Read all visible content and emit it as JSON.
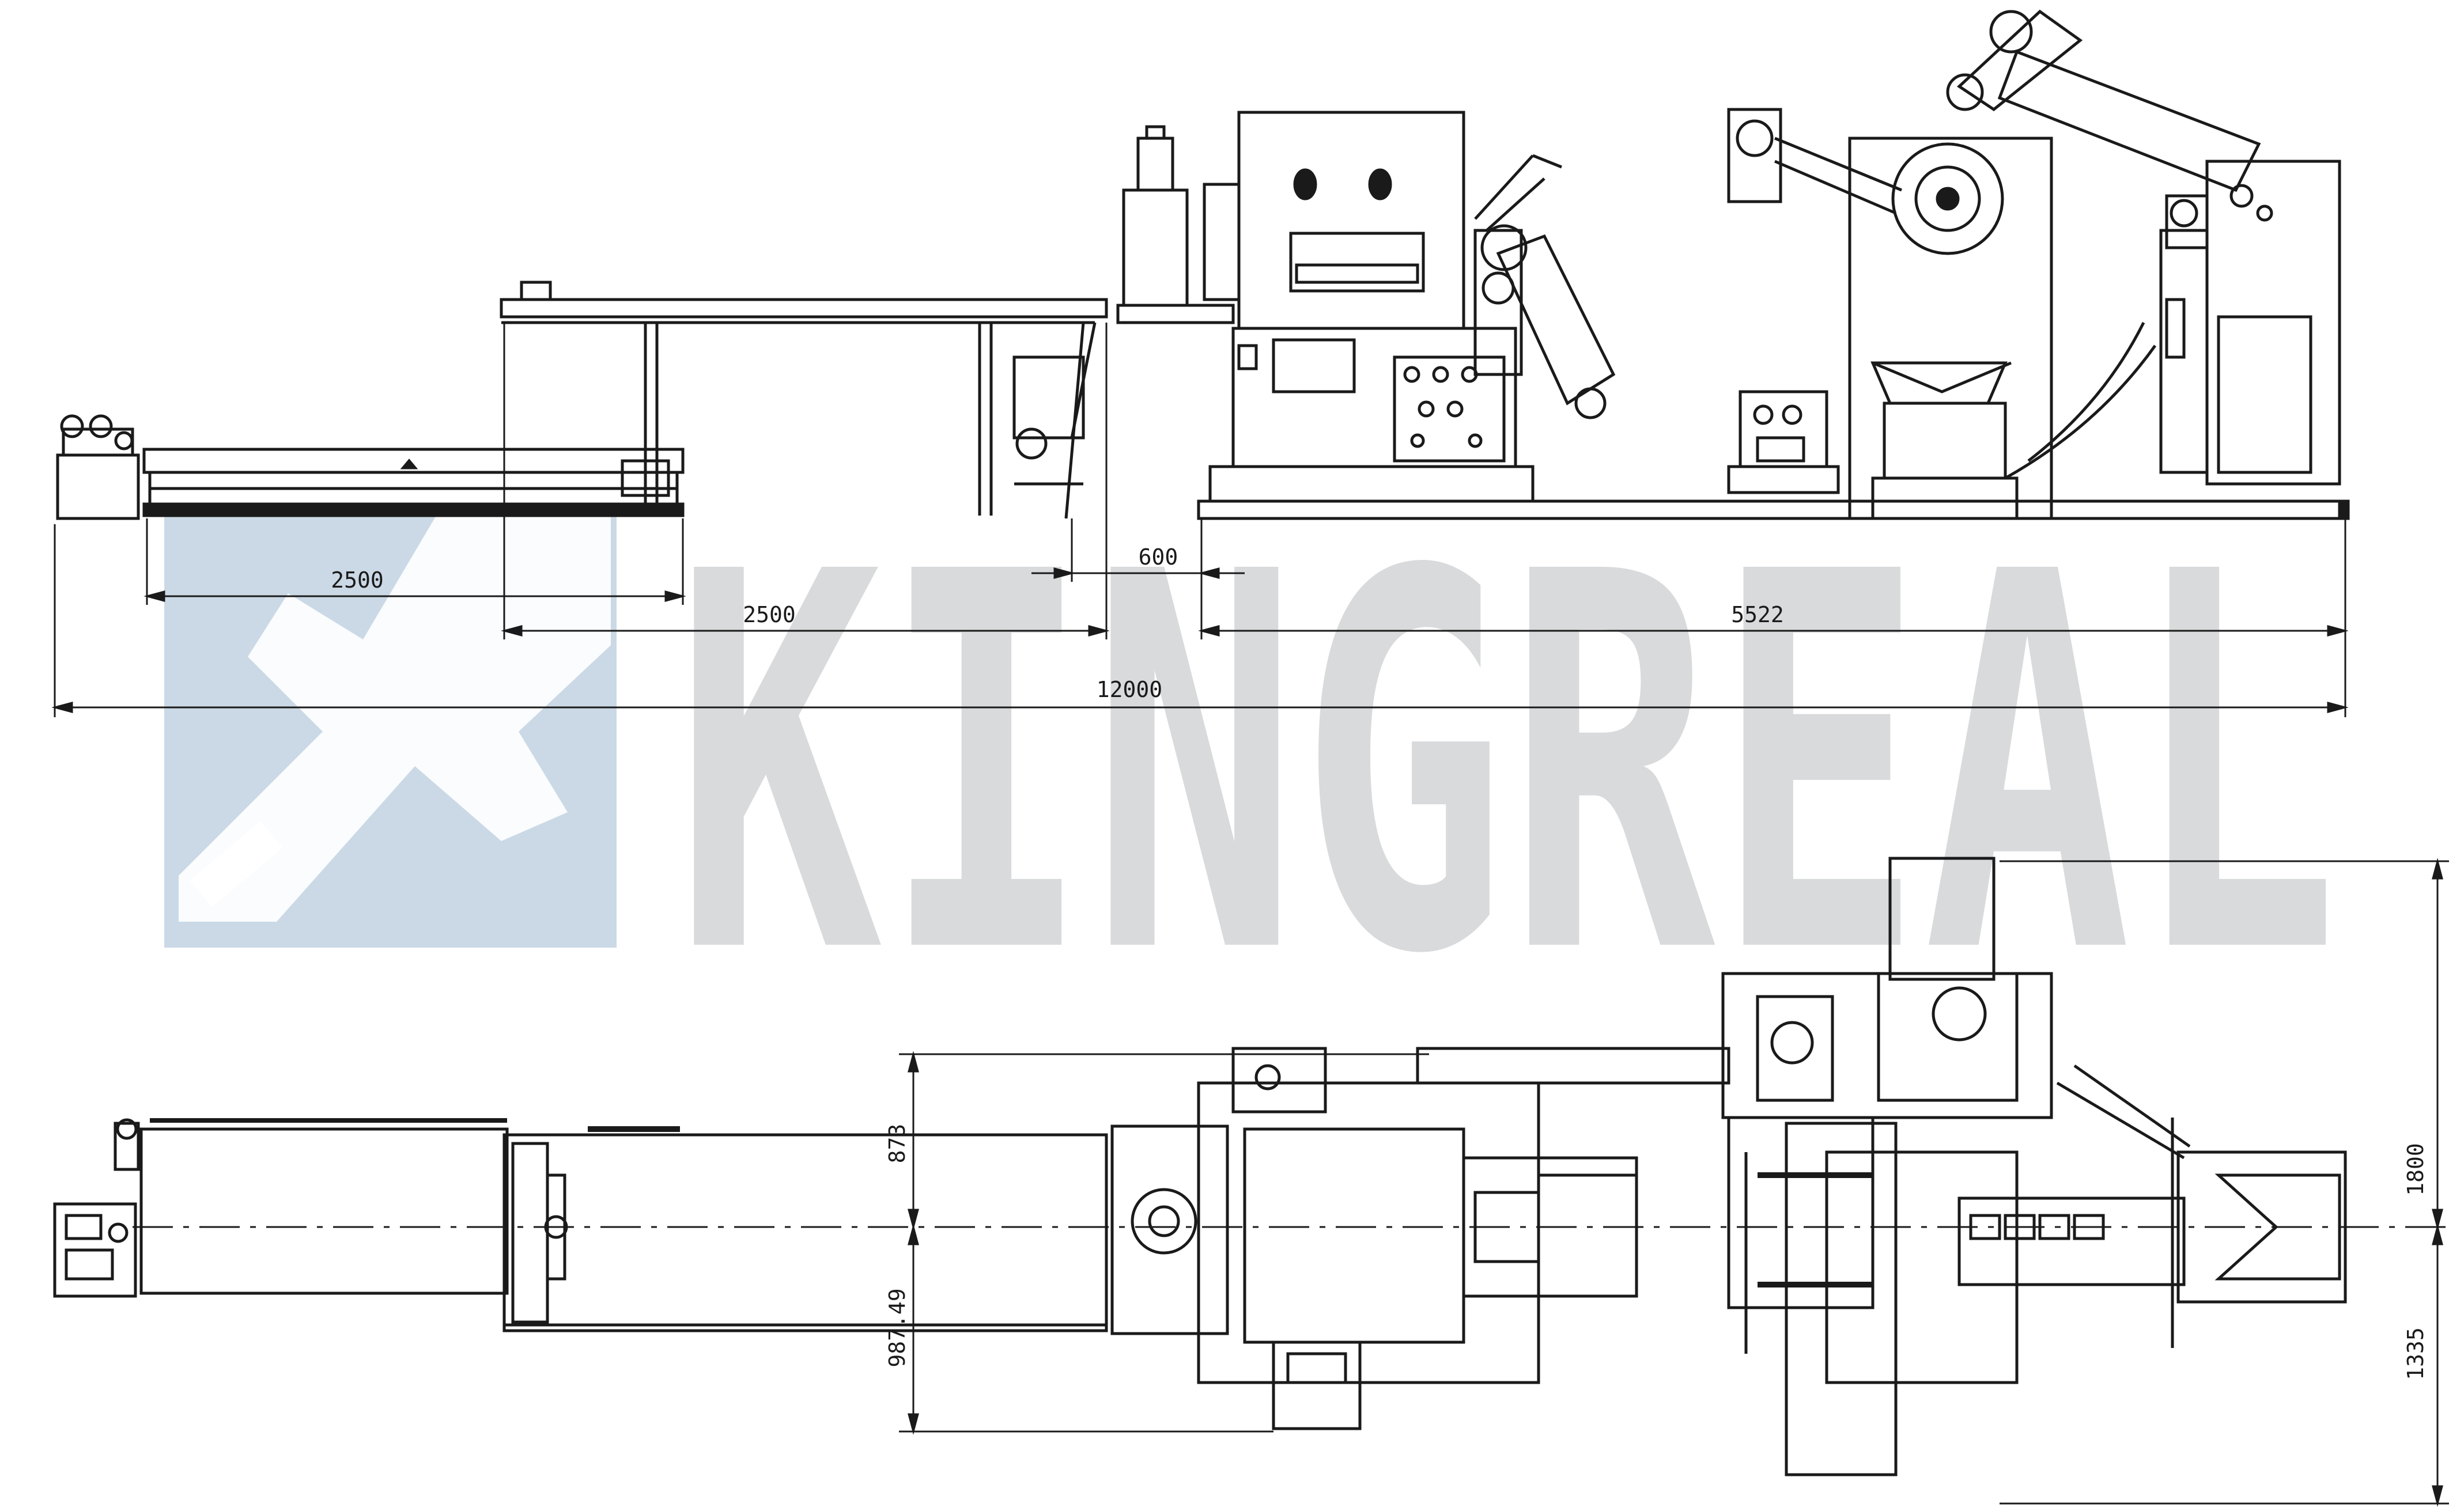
{
  "watermark": {
    "text": "KINGREAL",
    "logo": "kingreal-logo-icon",
    "color": "#cbd9e6"
  },
  "side_view": {
    "dimensions": {
      "conveyor_a": "2500",
      "conveyor_b": "2500",
      "gap": "600",
      "machine_span": "5522",
      "overall": "12000"
    }
  },
  "top_view": {
    "dimensions": {
      "upper_half": "873",
      "lower_half": "987.49",
      "uncoiler_upper": "1800",
      "uncoiler_lower": "1335"
    }
  },
  "colors": {
    "line": "#1a1a1a",
    "background": "#ffffff",
    "watermark": "#cbd9e6"
  }
}
